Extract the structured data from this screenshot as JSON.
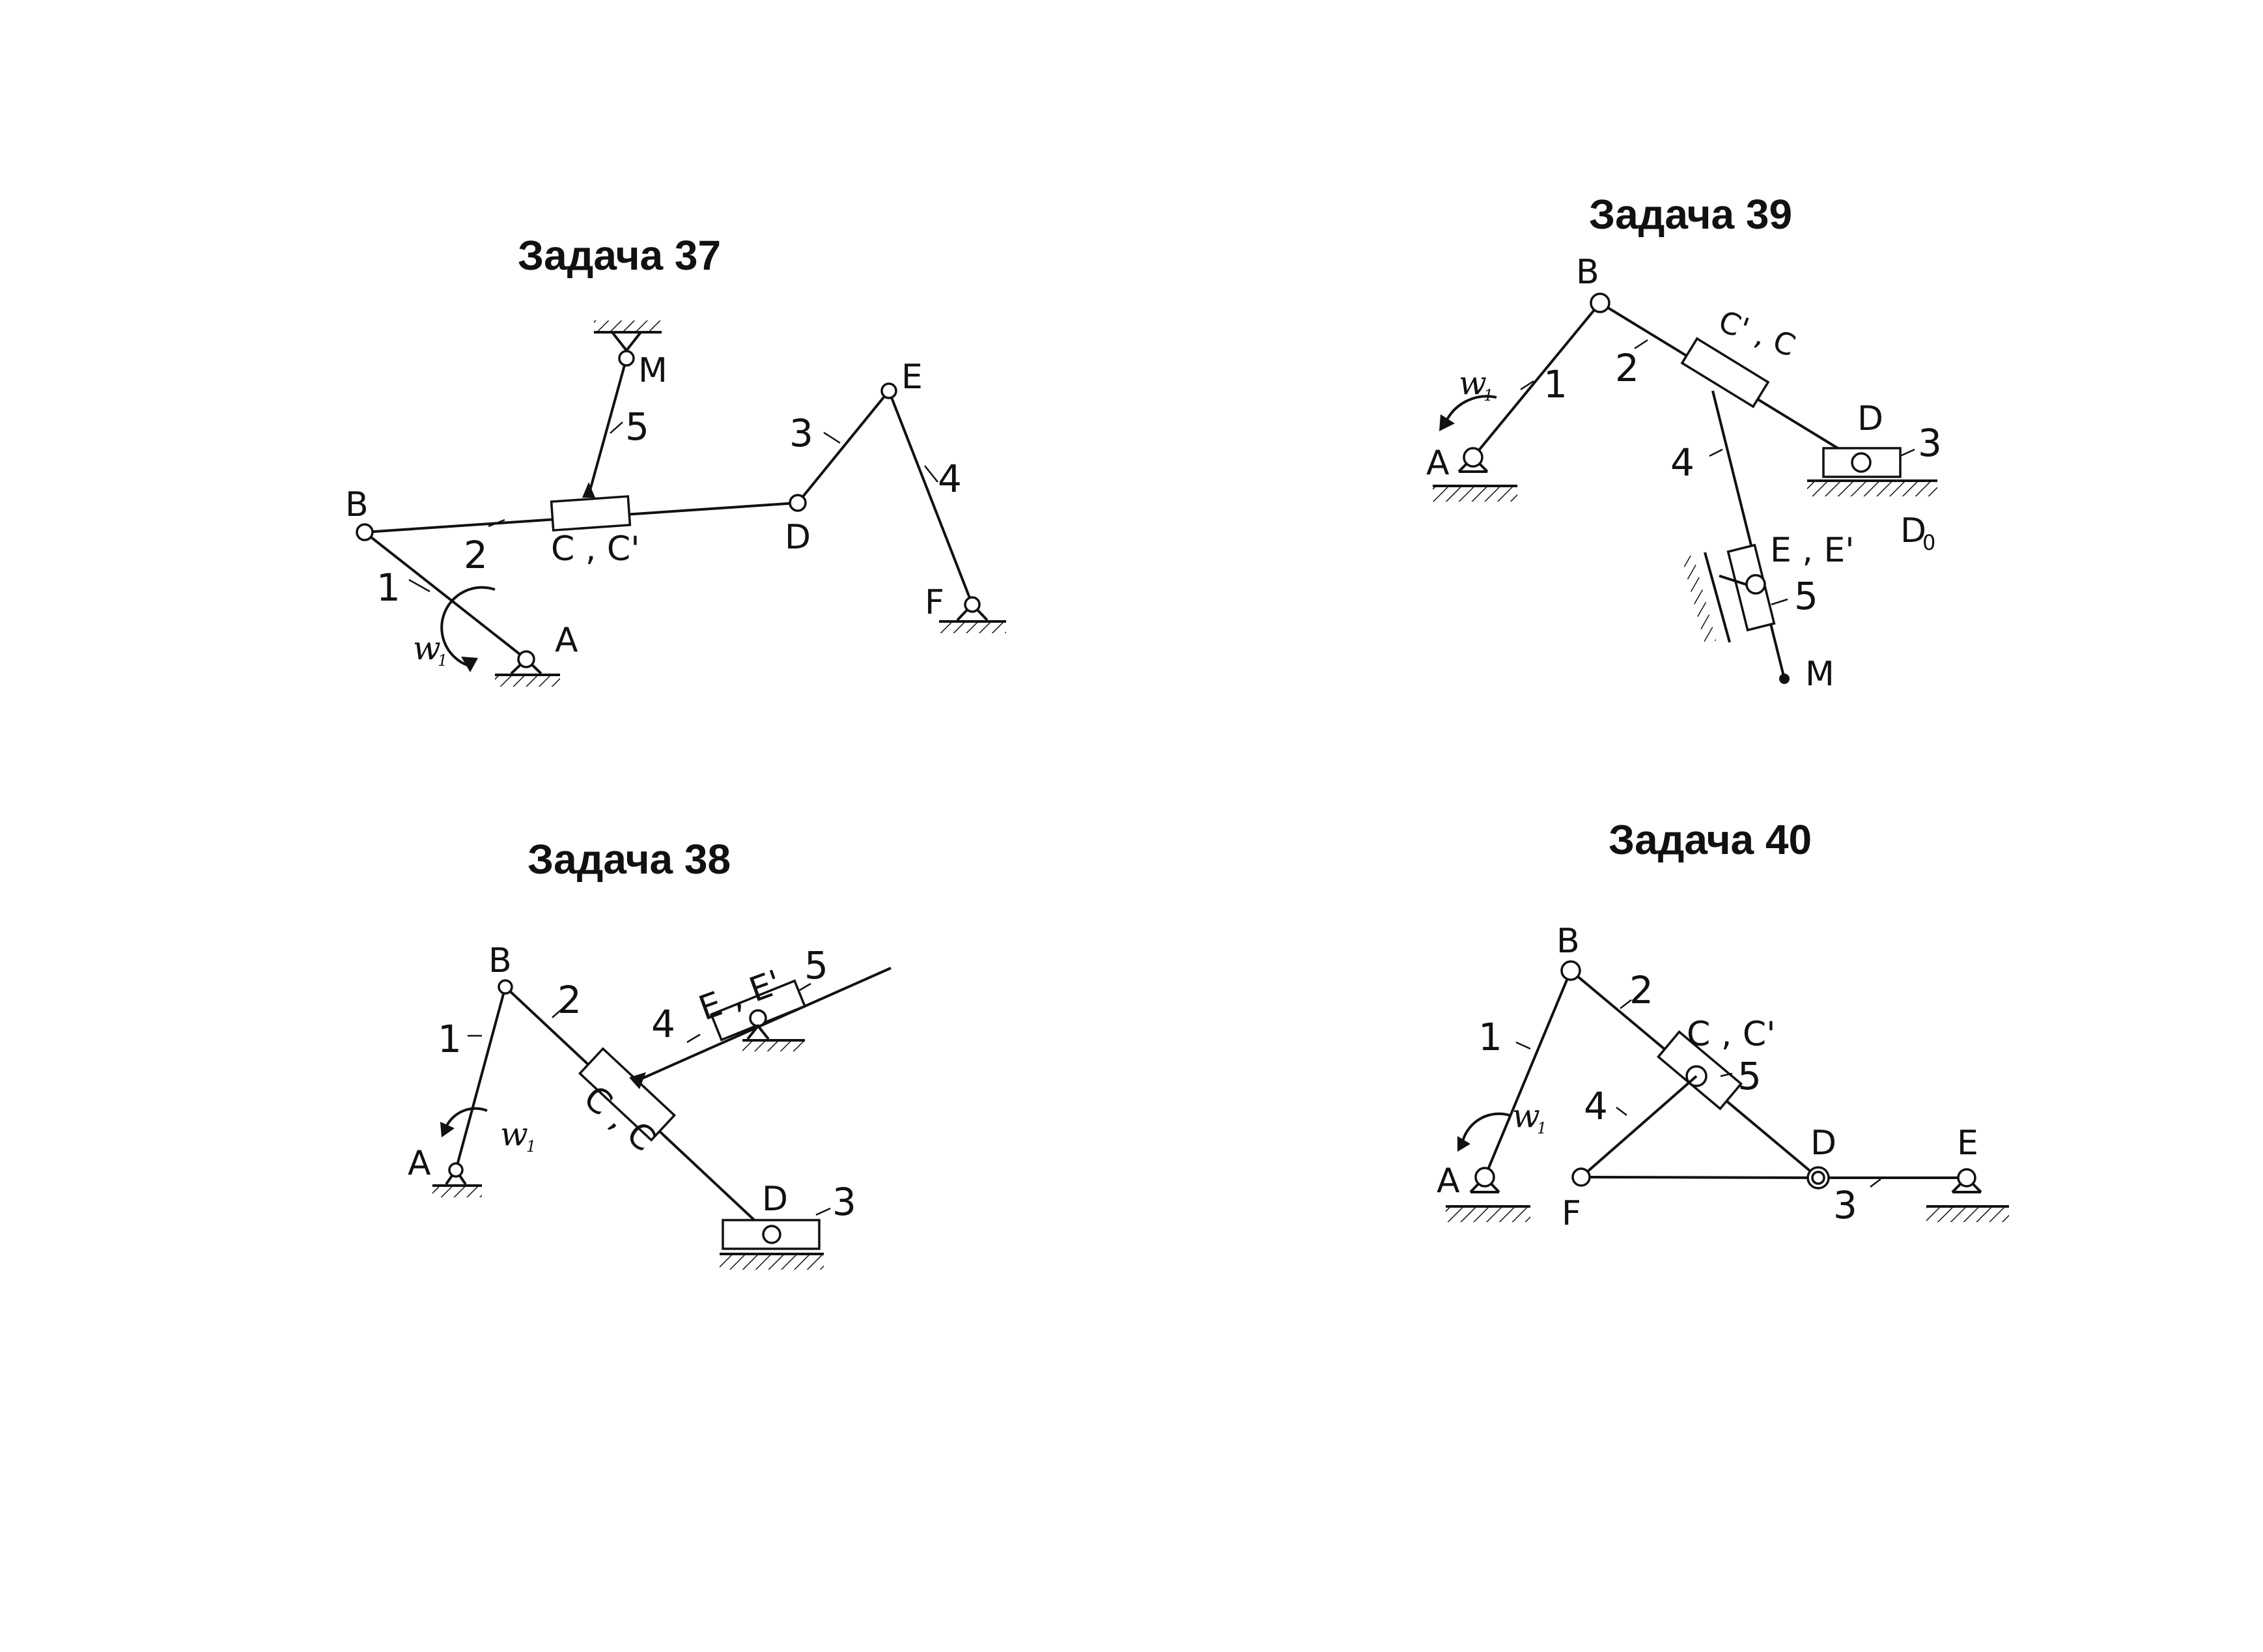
{
  "problems": {
    "p37": {
      "title": "Задача 37",
      "points": {
        "B": "B",
        "C": "C , C'",
        "D": "D",
        "E": "E",
        "M": "M",
        "F": "F",
        "A": "A"
      },
      "links": {
        "l1": "1",
        "l2": "2",
        "l3": "3",
        "l4": "4",
        "l5": "5"
      },
      "omega": {
        "symbol": "w",
        "index": "1"
      }
    },
    "p39": {
      "title": "Задача 39",
      "points": {
        "B": "B",
        "A": "A",
        "C": "C' , C",
        "D": "D",
        "E": "E , E'",
        "D0": "D",
        "D0_index": "0",
        "M": "M"
      },
      "links": {
        "l1": "1",
        "l2": "2",
        "l3": "3",
        "l4": "4",
        "l5": "5"
      },
      "omega": {
        "symbol": "w",
        "index": "1"
      }
    },
    "p38": {
      "title": "Задача 38",
      "points": {
        "B": "B",
        "A": "A",
        "C": "C , C",
        "D": "D",
        "E": "E , E'"
      },
      "links": {
        "l1": "1",
        "l2": "2",
        "l3": "3",
        "l4": "4",
        "l5": "5"
      },
      "omega": {
        "symbol": "w",
        "index": "1"
      }
    },
    "p40": {
      "title": "Задача 40",
      "points": {
        "B": "B",
        "A": "A",
        "C": "C , C'",
        "D": "D",
        "E": "E",
        "F": "F"
      },
      "links": {
        "l1": "1",
        "l2": "2",
        "l3": "3",
        "l4": "4",
        "l5": "5"
      },
      "omega": {
        "symbol": "w",
        "index": "1"
      }
    }
  }
}
